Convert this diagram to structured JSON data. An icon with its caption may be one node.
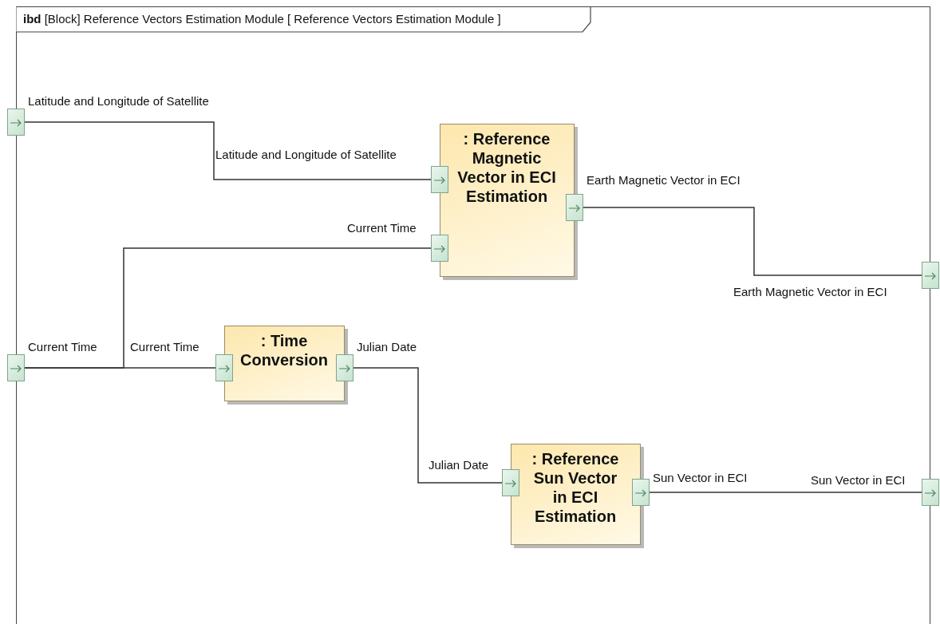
{
  "diagram": {
    "nodes": [
      {
        "text": [
          "**ibd** [Block] Reference Vectors Estimation Module [ Reference Vectors Estimation Module ]"
        ]
      },
      {
        "text": [
          ": Reference Magnetic Vector in ECI Estimation"
        ],
        "in": 0
      },
      {
        "text": [
          ": Time Conversion"
        ],
        "in": 0
      },
      {
        "text": [
          ": Reference Sun Vector in ECI Estimation"
        ],
        "in": 0
      },
      {
        "text": [],
        "shape": "box",
        "beside": [
          "Latitude and Longitude of Satellite"
        ]
      },
      {
        "text": [],
        "shape": "box",
        "beside": [
          "Current Time"
        ]
      },
      {
        "text": [],
        "shape": "box",
        "beside": [
          "Earth Magnetic Vector in ECI"
        ]
      },
      {
        "text": [],
        "shape": "box",
        "beside": [
          "Sun Vector in ECI"
        ]
      },
      {
        "text": [],
        "shape": "box",
        "beside": [
          "Latitude and Longitude of Satellite"
        ],
        "in": 0
      },
      {
        "text": [],
        "shape": "box",
        "beside": [
          "Current Time"
        ],
        "in": 0
      },
      {
        "text": [],
        "shape": "box",
        "beside": [
          "Earth Magnetic Vector in ECI"
        ],
        "in": 0
      },
      {
        "text": [],
        "shape": "box",
        "beside": [
          "Current Time"
        ],
        "in": 0
      },
      {
        "text": [],
        "shape": "box",
        "beside": [
          "Julian Date"
        ],
        "in": 0
      },
      {
        "text": [],
        "shape": "box",
        "beside": [
          "Julian Date"
        ],
        "in": 0
      },
      {
        "text": [],
        "shape": "box",
        "beside": [
          "Sun Vector in ECI"
        ],
        "in": 0
      }
    ],
    "edges": [
      {
        "from": 4,
        "to": 8,
        "arrow": "none"
      },
      {
        "from": 5,
        "to": 9,
        "arrow": "none"
      },
      {
        "from": 5,
        "to": 11,
        "arrow": "none"
      },
      {
        "from": 12,
        "to": 13,
        "arrow": "none"
      },
      {
        "from": 10,
        "to": 6,
        "arrow": "none"
      },
      {
        "from": 14,
        "to": 7,
        "arrow": "none"
      }
    ]
  }
}
